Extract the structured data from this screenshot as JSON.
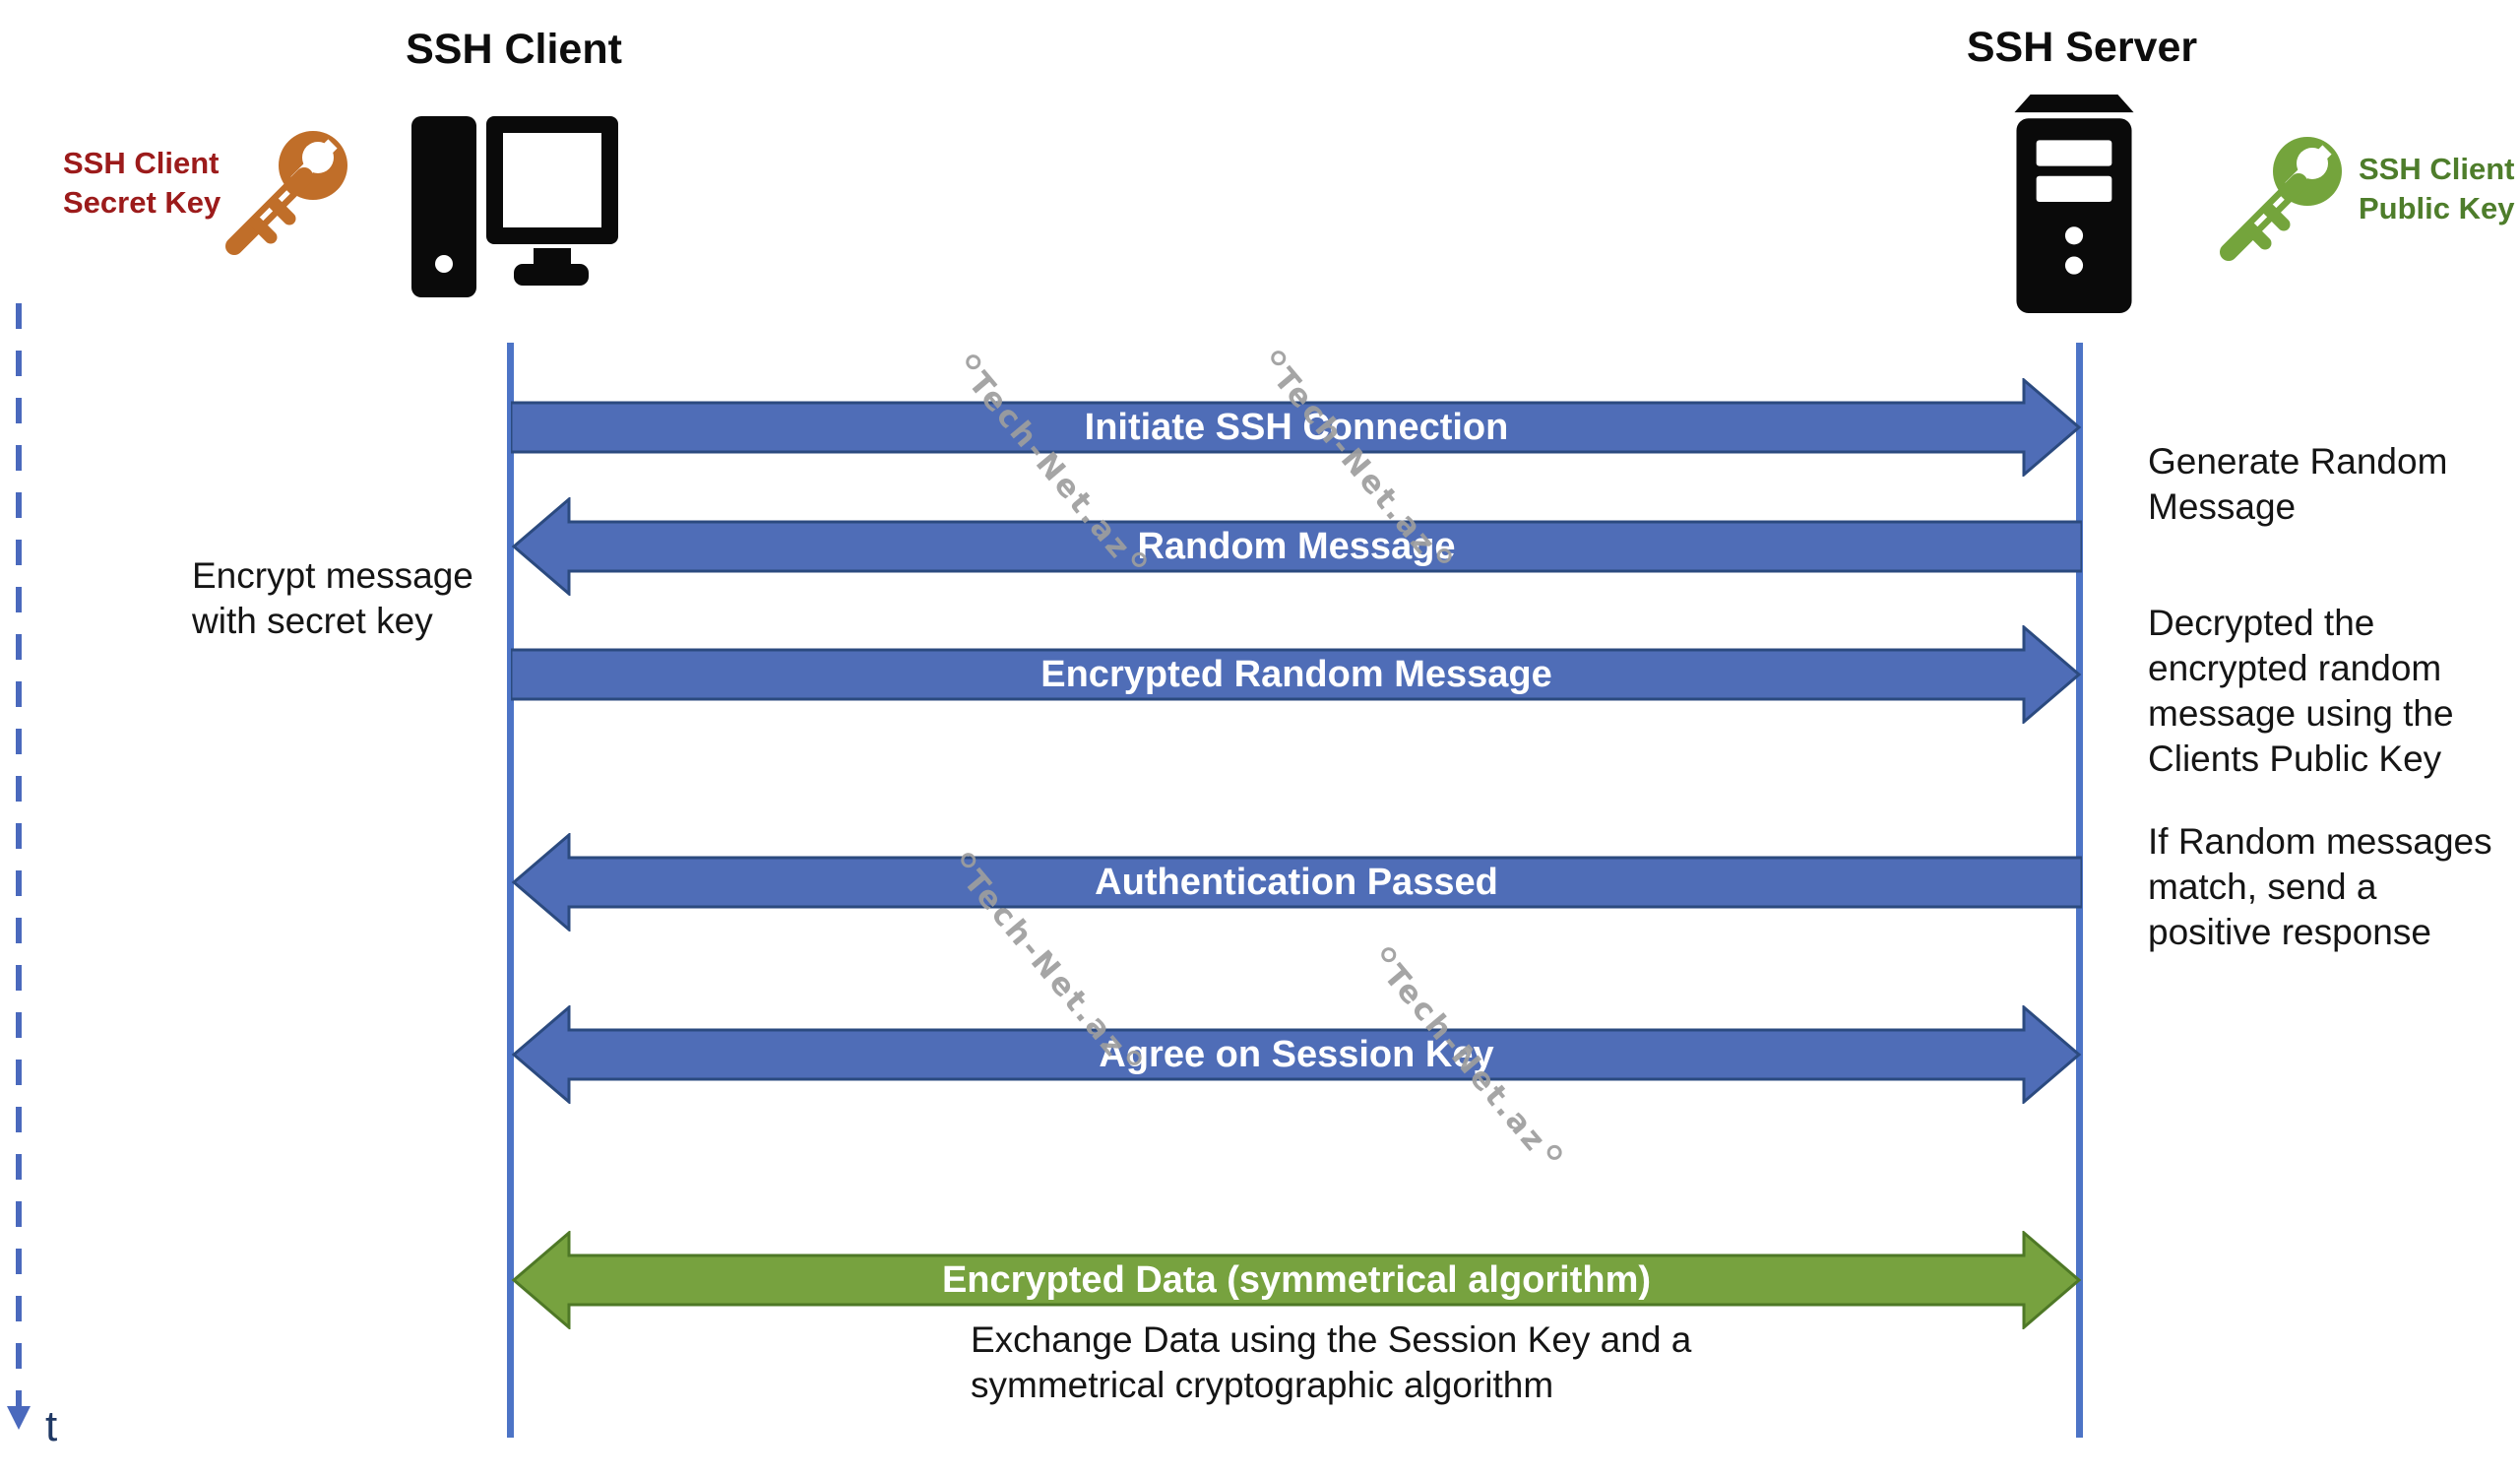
{
  "diagram": {
    "client": {
      "title": "SSH Client",
      "key_caption": "SSH Client\nSecret Key"
    },
    "server": {
      "title": "SSH Server",
      "key_caption": "SSH Client\nPublic Key"
    },
    "messages": [
      {
        "label": "Initiate SSH Connection",
        "direction": "client-to-server",
        "color": "blue"
      },
      {
        "label": "Random Message",
        "direction": "server-to-client",
        "color": "blue"
      },
      {
        "label": "Encrypted Random Message",
        "direction": "client-to-server",
        "color": "blue"
      },
      {
        "label": "Authentication Passed",
        "direction": "server-to-client",
        "color": "blue"
      },
      {
        "label": "Agree on Session Key",
        "direction": "bidirectional",
        "color": "blue"
      },
      {
        "label": "Encrypted Data (symmetrical algorithm)",
        "direction": "bidirectional",
        "color": "green"
      }
    ],
    "notes": {
      "client_note": "Encrypt message\nwith secret key",
      "server_note_1": "Generate Random\nMessage",
      "server_note_2": "Decrypted the\nencrypted random\nmessage using the\nClients Public Key",
      "server_note_3": "If Random messages\nmatch, send a\npositive response",
      "exchange_note": "Exchange Data using the Session Key and a\nsymmetrical cryptographic algorithm"
    },
    "time_axis_label": "t",
    "watermark_text": "Tech-Net.az",
    "colors": {
      "message_arrow_fill": "#4F6DB7",
      "message_arrow_border": "#2B4A7F",
      "data_arrow_fill": "#77A23F",
      "data_arrow_border": "#4E7826",
      "lifeline": "#4D74C6",
      "time_axis": "#4A69BD",
      "client_key_text": "#9C1B1B",
      "server_key_text": "#4E7D2B",
      "client_key_icon": "#C06E29",
      "server_key_icon": "#74A43C",
      "watermark": "#9E9E9E"
    }
  }
}
